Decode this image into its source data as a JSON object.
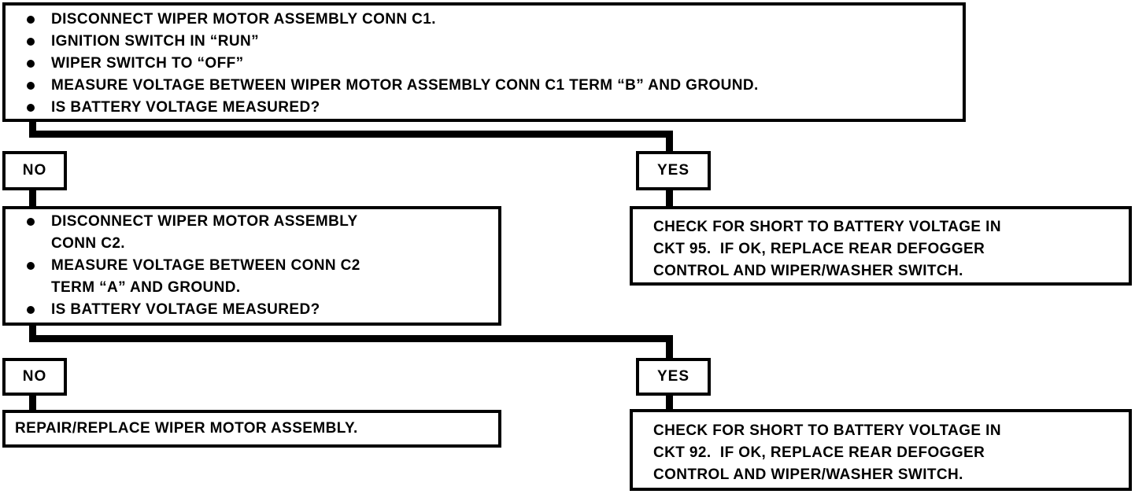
{
  "colors": {
    "background": "#ffffff",
    "ink": "#000000"
  },
  "flowchart": {
    "step1": {
      "items": [
        "DISCONNECT WIPER MOTOR ASSEMBLY CONN C1.",
        "IGNITION SWITCH IN “RUN”",
        "WIPER SWITCH TO “OFF”",
        "MEASURE VOLTAGE BETWEEN WIPER MOTOR ASSEMBLY CONN C1 TERM “B” AND GROUND.",
        "IS BATTERY VOLTAGE MEASURED?"
      ]
    },
    "branch1": {
      "no": "NO",
      "yes": "YES"
    },
    "step2_no": {
      "items": [
        {
          "lines": [
            "DISCONNECT WIPER MOTOR ASSEMBLY",
            "CONN C2."
          ]
        },
        {
          "lines": [
            "MEASURE VOLTAGE BETWEEN CONN C2",
            "TERM “A” AND GROUND."
          ]
        },
        {
          "lines": [
            "IS BATTERY VOLTAGE MEASURED?"
          ]
        }
      ]
    },
    "step2_yes": {
      "lines": [
        "CHECK FOR SHORT TO BATTERY VOLTAGE IN",
        "CKT 95.  IF OK, REPLACE REAR DEFOGGER",
        "CONTROL AND WIPER/WASHER SWITCH."
      ]
    },
    "branch2": {
      "no": "NO",
      "yes": "YES"
    },
    "result_no": {
      "text": "REPAIR/REPLACE WIPER MOTOR ASSEMBLY."
    },
    "result_yes": {
      "lines": [
        "CHECK FOR SHORT TO BATTERY VOLTAGE IN",
        "CKT 92.  IF OK, REPLACE REAR DEFOGGER",
        "CONTROL AND WIPER/WASHER SWITCH."
      ]
    }
  }
}
